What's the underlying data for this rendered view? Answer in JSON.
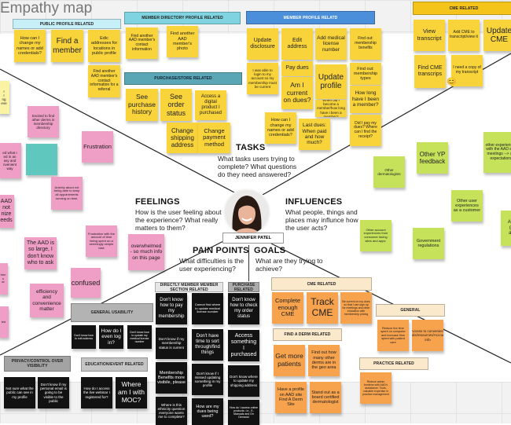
{
  "title": "Empathy map",
  "persona": {
    "name": "JENNIFER PATEL",
    "avatar": "woman-portrait"
  },
  "colors": {
    "yellow": "#f8d33a",
    "pink": "#ef9ec6",
    "green": "#c6e25a",
    "teal": "#5fc7bd",
    "paleyellow": "#fbf3a4",
    "black": "#121212",
    "orange": "#f7a24c",
    "beige": "#fbe9cc",
    "blue": "#4b8fdb",
    "cyan": "#c6eff8",
    "aqua": "#80d4e1",
    "petrol": "#5aa6b4",
    "gold": "#f5c41a",
    "grey1": "#b3b3b3",
    "grey2": "#a3a3a3",
    "grey3": "#c4c4c4",
    "grey4": "#e6e6e6",
    "grey5": "#acacac"
  },
  "sections": {
    "tasks": {
      "heading": "TASKS",
      "question": "What tasks users trying to complete? What questions do they need answered?"
    },
    "feelings": {
      "heading": "FEELINGS",
      "question": "How is the user feeling about the experience? What really matters to them?"
    },
    "influences": {
      "heading": "INFLUENCES",
      "question": "What people, things and places may influnce how the user acts?"
    },
    "pain_points": {
      "heading": "PAIN POINTS",
      "question": "What difficulties is the user experiencing?"
    },
    "goals": {
      "heading": "GOALS",
      "question": "What are they trying to achieve?"
    }
  },
  "banners": [
    {
      "text": "PUBLIC PROFILE RELATED",
      "color": "cyan"
    },
    {
      "text": "MEMBER  DIRECTORY PROFILE RELATED",
      "color": "aqua"
    },
    {
      "text": "MEMBER PROFILE RELATD",
      "color": "blue"
    },
    {
      "text": "CME RELATED",
      "color": "gold"
    },
    {
      "text": "PURCHASE/STORE RELATED",
      "color": "petrol"
    },
    {
      "text": "GENERAL USABILITY",
      "color": "grey1"
    },
    {
      "text": "PRIVACY/CONTROL OVER VISIBILITY",
      "color": "grey2"
    },
    {
      "text": "EDUCATION/EVENT RELATED",
      "color": "grey3"
    },
    {
      "text": "DIRECTLY MEMBER MEMBER SECTION RELATED",
      "color": "grey4"
    },
    {
      "text": "PURCHASE RELATED",
      "color": "grey5"
    },
    {
      "text": "CME RELATED",
      "color": "beige"
    },
    {
      "text": "FIND A DERM RELATED",
      "color": "beige"
    },
    {
      "text": "GENERAL",
      "color": "beige"
    },
    {
      "text": "PRACTICE RELATED",
      "color": "beige"
    }
  ],
  "notes": [
    {
      "text": "How can I change my names or add credentials?",
      "color": "yellow"
    },
    {
      "text": "Find a member",
      "color": "yellow"
    },
    {
      "text": "Edic addresses for locations in public profile",
      "color": "yellow"
    },
    {
      "text": "Find another AAD member's contact information for a referral",
      "color": "yellow"
    },
    {
      "text": "Find another AAD member's contact information",
      "color": "yellow"
    },
    {
      "text": "Find another AAD member's photo",
      "color": "yellow"
    },
    {
      "text": "See purchase history",
      "color": "yellow"
    },
    {
      "text": "See order status",
      "color": "yellow"
    },
    {
      "text": "Access a digital product I purchased",
      "color": "yellow"
    },
    {
      "text": "Change shipping address",
      "color": "yellow"
    },
    {
      "text": "Change payment method",
      "color": "yellow"
    },
    {
      "text": "Update disclosure",
      "color": "yellow"
    },
    {
      "text": "I was able to login to my account so my membership must be current",
      "color": "yellow"
    },
    {
      "text": "Edit address",
      "color": "yellow"
    },
    {
      "text": "Pay dues",
      "color": "yellow"
    },
    {
      "text": "Am I current on dues?",
      "color": "yellow"
    },
    {
      "text": "Add medical license number",
      "color": "yellow"
    },
    {
      "text": "Update profile",
      "color": "yellow"
    },
    {
      "text": "When did I become a member/how long have I been a member?",
      "color": "yellow"
    },
    {
      "text": "Find out: membership benefits",
      "color": "yellow"
    },
    {
      "text": "Find out: membership types",
      "color": "yellow"
    },
    {
      "text": "How long have I been a member?",
      "color": "yellow"
    },
    {
      "text": "Did I pay my dues? Where can I find the receipt?",
      "color": "yellow"
    },
    {
      "text": "How can I change my names or add credentials?",
      "color": "yellow"
    },
    {
      "text": "Last dues: When paid and how much?",
      "color": "yellow"
    },
    {
      "text": "View transcript",
      "color": "yellow"
    },
    {
      "text": "Add CME to transcript/view it",
      "color": "yellow"
    },
    {
      "text": "Update CME",
      "color": "yellow"
    },
    {
      "text": "Find CME transcrips",
      "color": "yellow"
    },
    {
      "text": "I need a copy of my transcript",
      "color": "yellow"
    },
    {
      "text": "I\nI\nng\neve",
      "color": "paleyellow"
    },
    {
      "text": "Excited to find other derms in membership directory",
      "color": "pink"
    },
    {
      "text": "ed what I\ned in an\nasy and\nnvenient\nway",
      "color": "pink"
    },
    {
      "text": "",
      "color": "teal"
    },
    {
      "text": "Frustration",
      "color": "pink"
    },
    {
      "text": "Anxiety about not being able to keep all appointments running on time.",
      "color": "pink"
    },
    {
      "text": "AAD\nnot\nnize\needs",
      "color": "pink"
    },
    {
      "text": "Frustration with the amount of time being spent on a seemingly simple task",
      "color": "pink"
    },
    {
      "text": "overwhelmed - so much info on this page",
      "color": "pink"
    },
    {
      "text": "The AAD is so large, I don't know who to ask",
      "color": "pink"
    },
    {
      "text": "confused",
      "color": "pink"
    },
    {
      "text": "hen\ns\nar",
      "color": "pink"
    },
    {
      "text": "efficiency and convenience matter",
      "color": "pink"
    },
    {
      "text": "ted",
      "color": "pink"
    },
    {
      "text": "Other YP feedback",
      "color": "green"
    },
    {
      "text": "Other dermatologists",
      "color": "green"
    },
    {
      "text": "other experiences with the AAD e.g. meetings --> set expectations",
      "color": "green"
    },
    {
      "text": "Other user experiences as a customer",
      "color": "green"
    },
    {
      "text": "Other account experiences from consumer facing sites and apps.",
      "color": "green"
    },
    {
      "text": "Government regulations",
      "color": "green"
    },
    {
      "text": "Att\ng\nal",
      "color": "green"
    },
    {
      "text": "Don't know how to edit address",
      "color": "black"
    },
    {
      "text": "How do I even log in?",
      "color": "black"
    },
    {
      "text": "Don't know how to update my medical license number",
      "color": "black"
    },
    {
      "text": "Not sure what the public can see in my profile",
      "color": "black"
    },
    {
      "text": "Don't know if my personal email is going to be visible to the public",
      "color": "black"
    },
    {
      "text": "How do I access the live webinar I registered for?",
      "color": "black"
    },
    {
      "text": "Where am I with MOC?",
      "color": "black"
    },
    {
      "text": "Don't know how to pay my membership",
      "color": "black"
    },
    {
      "text": "Cannot find where to update medical license number",
      "color": "black"
    },
    {
      "text": "Don't know how to check my order status",
      "color": "black"
    },
    {
      "text": "Don't know if my membership status is current",
      "color": "black"
    },
    {
      "text": "Don't have time to sort through/find things",
      "color": "black"
    },
    {
      "text": "Access something I purchased",
      "color": "black"
    },
    {
      "text": "Membership Benefits more visibile, please",
      "color": "black"
    },
    {
      "text": "Don't know if I missed updating something in my profile",
      "color": "black"
    },
    {
      "text": "Don't know where to update my shipping address",
      "color": "black"
    },
    {
      "text": "Where is this ethnicity question everyone wants me to complete?",
      "color": "black"
    },
    {
      "text": "How are my dues being used?",
      "color": "black"
    },
    {
      "text": "How do I access online products. i.e., E-Manuals and On Demand",
      "color": "black"
    },
    {
      "text": "Complete enough CME",
      "color": "orange"
    },
    {
      "text": "Track CME",
      "color": "orange"
    },
    {
      "text": "Be current on my dues so that I can sign up for meetings and other education with membership pricing",
      "color": "orange"
    },
    {
      "text": "Get more patients",
      "color": "orange"
    },
    {
      "text": "Find out how many other derms are in the geo area",
      "color": "orange"
    },
    {
      "text": "Have a profile on AAD site Find A Derm Site",
      "color": "orange"
    },
    {
      "text": "Stand out as a board certified dermatologist",
      "color": "orange"
    },
    {
      "text": "Reduce the time spent on computer and increase time spent with patient care",
      "color": "orange"
    },
    {
      "text": "Access to convenient tools/resources/Account info",
      "color": "orange"
    },
    {
      "text": "Reduce admin burdens with AAD's assistance. Tools, valuable expertise in practice management",
      "color": "orange"
    }
  ]
}
